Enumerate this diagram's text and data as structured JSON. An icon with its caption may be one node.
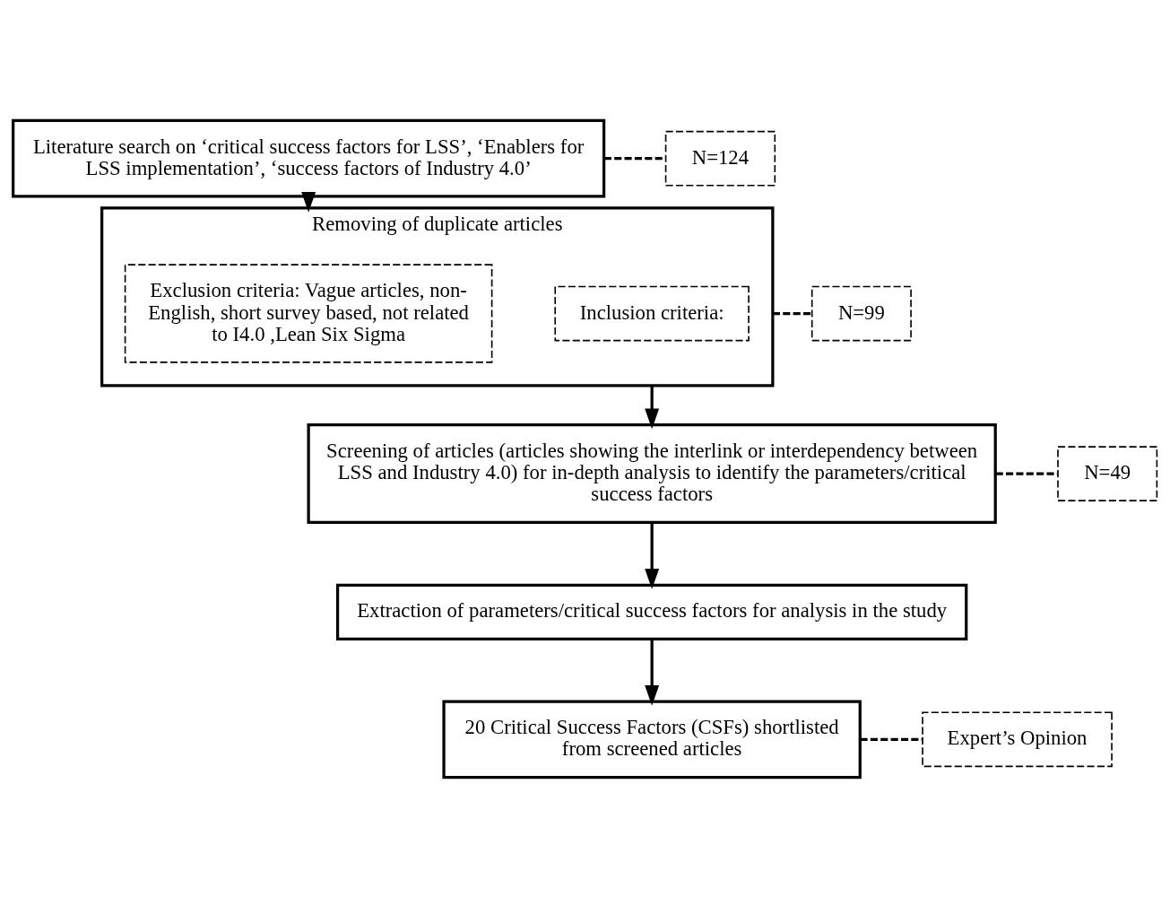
{
  "diagram": {
    "nodes": [
      {
        "text": [
          "Literature search on ‘critical success factors for LSS’, ‘Enablers for LSS implementation’, ‘success factors of Industry 4.0’"
        ]
      },
      {
        "text": [
          "N=124"
        ]
      },
      {
        "text": [
          "Removing of duplicate articles"
        ]
      },
      {
        "text": [
          "Exclusion criteria: Vague articles, non- English, short survey based, not related to I4.0 ,Lean Six Sigma"
        ],
        "in": 2
      },
      {
        "text": [
          "Inclusion criteria:"
        ],
        "in": 2
      },
      {
        "text": [
          "N=99"
        ]
      },
      {
        "text": [
          "Screening of articles (articles showing the interlink or interdependency between LSS and Industry 4.0) for in-depth analysis to identify the parameters/critical success factors"
        ]
      },
      {
        "text": [
          "N=49"
        ]
      },
      {
        "text": [
          "Extraction of parameters/critical success factors for analysis in the study"
        ]
      },
      {
        "text": [
          "20 Critical Success Factors (CSFs) shortlisted from screened articles"
        ]
      },
      {
        "text": [
          "Expert’s Opinion"
        ]
      }
    ],
    "edges": [
      {
        "from": 0,
        "to": 1,
        "arrow": "none",
        "style": "dashed"
      },
      {
        "from": 0,
        "to": 2,
        "arrow": "to"
      },
      {
        "from": 2,
        "to": 5,
        "arrow": "none",
        "style": "dashed"
      },
      {
        "from": 2,
        "to": 6,
        "arrow": "to"
      },
      {
        "from": 6,
        "to": 7,
        "arrow": "none",
        "style": "dashed"
      },
      {
        "from": 6,
        "to": 8,
        "arrow": "to"
      },
      {
        "from": 8,
        "to": 9,
        "arrow": "to"
      },
      {
        "from": 9,
        "to": 10,
        "arrow": "none",
        "style": "dashed"
      }
    ]
  }
}
